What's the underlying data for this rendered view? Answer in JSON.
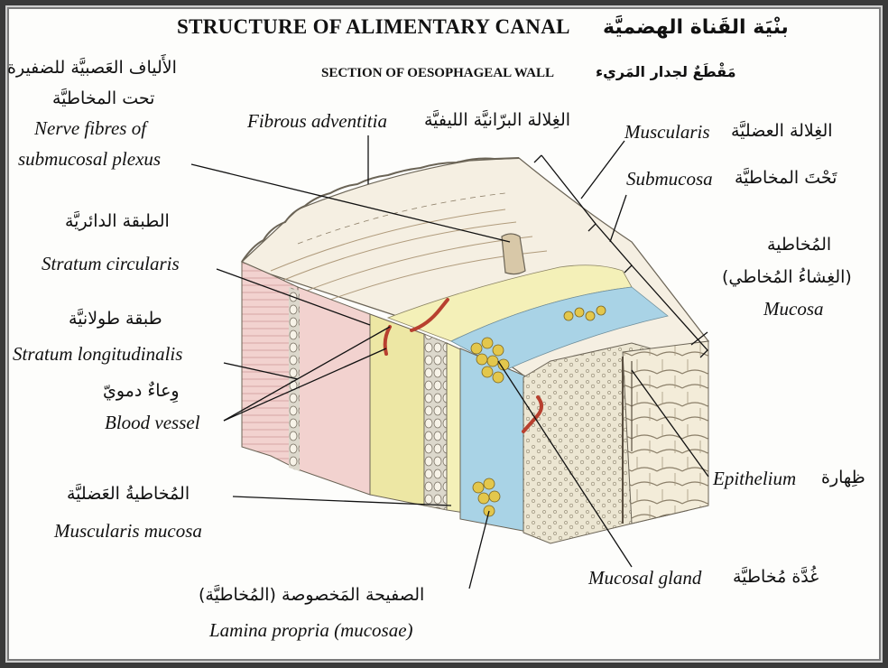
{
  "title": {
    "english": "STRUCTURE OF ALIMENTARY CANAL",
    "arabic": "بنْيَة القَناة الهضميَّة"
  },
  "subtitle": {
    "english": "SECTION OF OESOPHAGEAL WALL",
    "arabic": "مَقْطَعٌ لجدار المَريء"
  },
  "labels": {
    "nerve_fibres": {
      "arabic_1": "الأَلياف العَصبيَّة للضفيرة",
      "arabic_2": "تحت المخاطيَّة",
      "english_1": "Nerve fibres of",
      "english_2": "submucosal plexus"
    },
    "fibrous_adventitia": {
      "english": "Fibrous adventitia",
      "arabic": "الغِلالة البرّانيَّة الليفيَّة"
    },
    "muscularis": {
      "english": "Muscularis",
      "arabic": "الغِلالة العضليَّة"
    },
    "submucosa": {
      "english": "Submucosa",
      "arabic": "تَحْتَ المخاطيَّة"
    },
    "mucosa": {
      "arabic_1": "المُخاطية",
      "arabic_2": "(الغِشاءُ المُخاطي)",
      "english": "Mucosa"
    },
    "stratum_circularis": {
      "arabic": "الطبقة الدائريَّة",
      "english": "Stratum circularis"
    },
    "stratum_longitudinalis": {
      "arabic": "طبقة طولانيَّة",
      "english": "Stratum longitudinalis"
    },
    "blood_vessel": {
      "arabic": "وِعاءٌ دمويّ",
      "english": "Blood vessel"
    },
    "epithelium": {
      "english": "Epithelium",
      "arabic": "ظِهارة"
    },
    "muscularis_mucosa": {
      "arabic": "المُخاطيةُ العَضليَّة",
      "english": "Muscularis mucosa"
    },
    "mucosal_gland": {
      "english": "Mucosal gland",
      "arabic": "غُدَّة مُخاطيَّة"
    },
    "lamina_propria": {
      "arabic": "الصفيحة المَخصوصة (المُخاطيَّة)",
      "english": "Lamina propria (mucosae)"
    }
  },
  "colors": {
    "circular_layer": "#f2d2cf",
    "longitudinal_layer": "#ede7a4",
    "submucosa": "#f4f0b8",
    "mucosa_blue": "#a9d3e6",
    "top_surface": "#f5efe2",
    "glands": "#e3c74c",
    "vessel": "#b8402f"
  }
}
